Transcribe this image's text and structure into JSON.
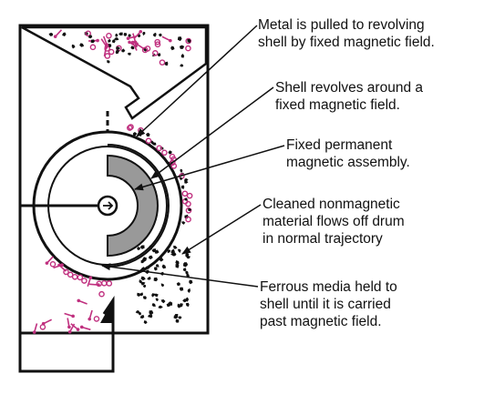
{
  "callouts": [
    {
      "lines": [
        "Metal is pulled to revolving",
        "shell by fixed magnetic field."
      ]
    },
    {
      "lines": [
        "Shell revolves around a",
        "fixed magnetic field."
      ]
    },
    {
      "lines": [
        "Fixed permanent",
        "magnetic assembly."
      ]
    },
    {
      "lines": [
        "Cleaned nonmagnetic",
        "material flows off drum",
        "in normal trajectory"
      ]
    },
    {
      "lines": [
        "Ferrous media held to",
        "shell until it is carried",
        "past magnetic field."
      ]
    }
  ],
  "colors": {
    "outline": "#111111",
    "ferrous_media": "#c0307f",
    "magnet_assembly": "#999999",
    "nonmagnetic_material": "#111111"
  },
  "icons": {
    "rotation": "clockwise-arrow-icon"
  }
}
